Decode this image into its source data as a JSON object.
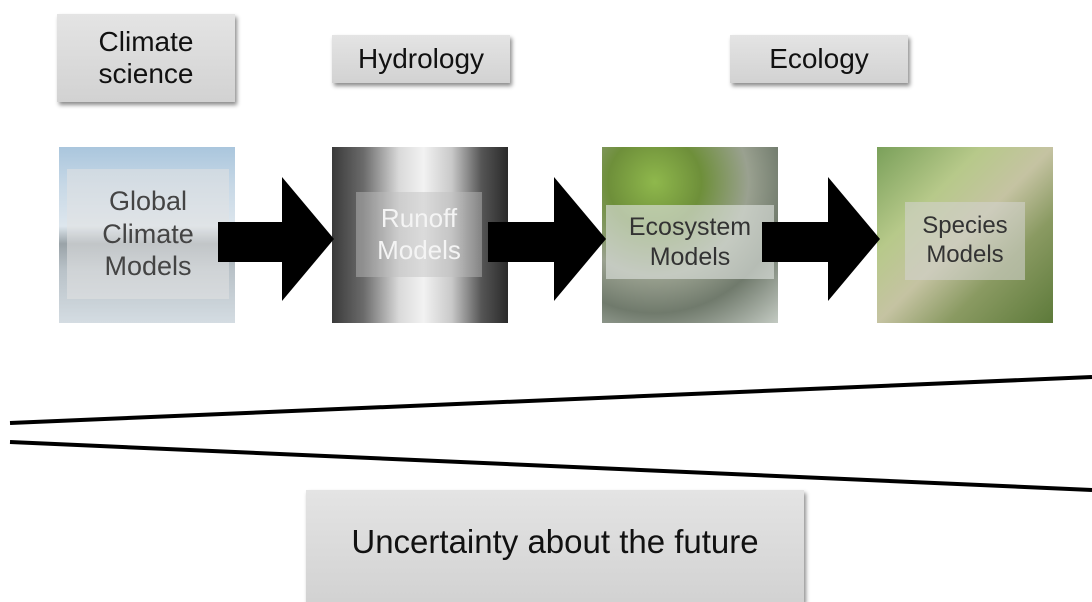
{
  "disciplines": {
    "climate": "Climate science",
    "hydrology": "Hydrology",
    "ecology": "Ecology"
  },
  "models": [
    {
      "label": "Global Climate Models"
    },
    {
      "label": "Runoff Models"
    },
    {
      "label": "Ecosystem Models"
    },
    {
      "label": "Species Models"
    }
  ],
  "uncertainty": {
    "label": "Uncertainty about the future"
  },
  "icons": [
    "arrow-right-icon",
    "arrow-right-icon",
    "arrow-right-icon"
  ]
}
